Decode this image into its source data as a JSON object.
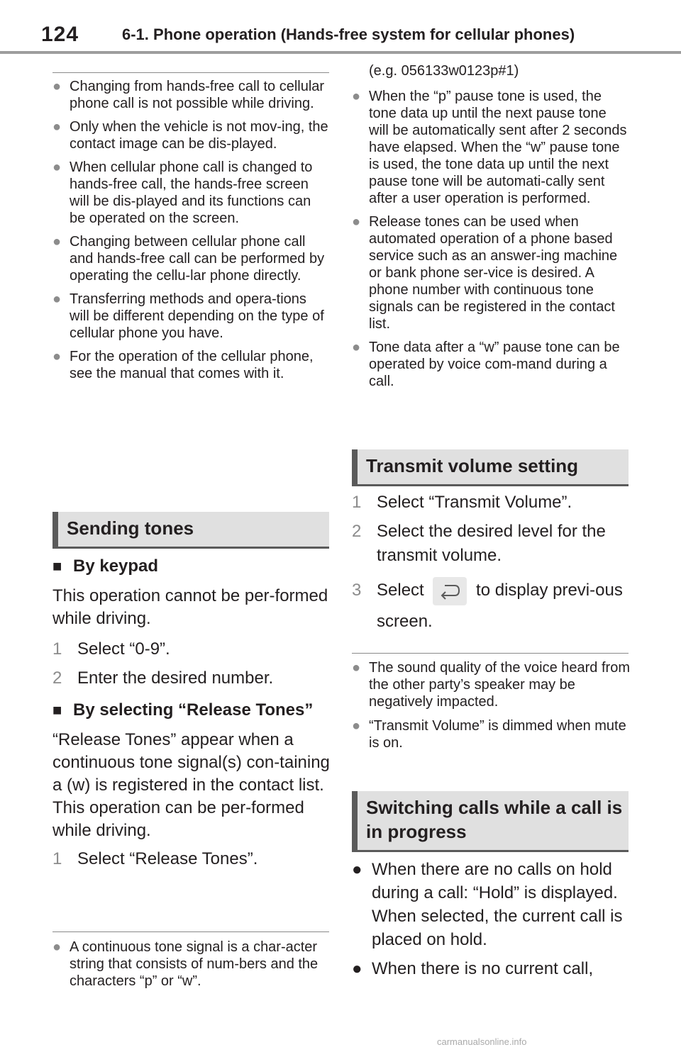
{
  "header": {
    "page_number": "124",
    "chapter_title": "6-1. Phone operation (Hands-free system for cellular phones)"
  },
  "left_notes": [
    "Changing from hands-free call to cellular phone call is not possible while driving.",
    "Only when the vehicle is not mov-ing, the contact image can be dis-played.",
    "When cellular phone call is changed to hands-free call, the hands-free screen will be dis-played and its functions can be operated on the screen.",
    "Changing between cellular phone call and hands-free call can be performed by operating the cellu-lar phone directly.",
    "Transferring methods and opera-tions will be different depending on the type of cellular phone you have.",
    "For the operation of the cellular phone, see the manual that comes with it."
  ],
  "sending_tones": {
    "heading": "Sending tones",
    "keypad": {
      "title": "By keypad",
      "desc": "This operation cannot be per-formed while driving.",
      "steps": [
        {
          "n": "1",
          "text": "Select “0-9”."
        },
        {
          "n": "2",
          "text": "Enter the desired number."
        }
      ]
    },
    "release": {
      "title": "By selecting “Release Tones”",
      "desc1": "“Release Tones” appear when a continuous tone signal(s) con-taining a (w) is registered in the contact list.",
      "desc2": "This operation can be per-formed while driving.",
      "steps": [
        {
          "n": "1",
          "text": "Select “Release Tones”."
        }
      ]
    },
    "note": "A continuous tone signal is a char-acter string that consists of num-bers and the characters “p” or “w”."
  },
  "right_notes": {
    "example": "(e.g. 056133w0123p#1)",
    "items": [
      "When the “p” pause tone is used, the tone data up until the next pause tone will be automatically sent after 2 seconds have elapsed. When the “w” pause tone is used, the tone data up until the next pause tone will be automati-cally sent after a user operation is performed.",
      "Release tones can be used when automated operation of a phone based service such as an answer-ing machine or bank phone ser-vice is desired. A phone number with continuous tone signals can be registered in the contact list.",
      "Tone data after a “w” pause tone can be operated by voice com-mand during a call."
    ]
  },
  "transmit_volume": {
    "heading": "Transmit volume setting",
    "steps": [
      {
        "n": "1",
        "text": "Select “Transmit Volume”."
      },
      {
        "n": "2",
        "text": "Select the desired level for the transmit volume."
      }
    ],
    "step3": {
      "n": "3",
      "before": "Select",
      "after": "to display previ-ous screen."
    },
    "back_icon": "back-arrow-icon",
    "notes": [
      "The sound quality of the voice heard from the other party’s speaker may be negatively impacted.",
      "“Transmit Volume” is dimmed when mute is on."
    ]
  },
  "switching": {
    "heading": "Switching calls while a call is in progress",
    "items": [
      "When there are no calls on hold during a call: “Hold” is displayed. When selected, the current call is placed on hold.",
      "When there is no current call,"
    ]
  },
  "watermark": "carmanualsonline.info"
}
